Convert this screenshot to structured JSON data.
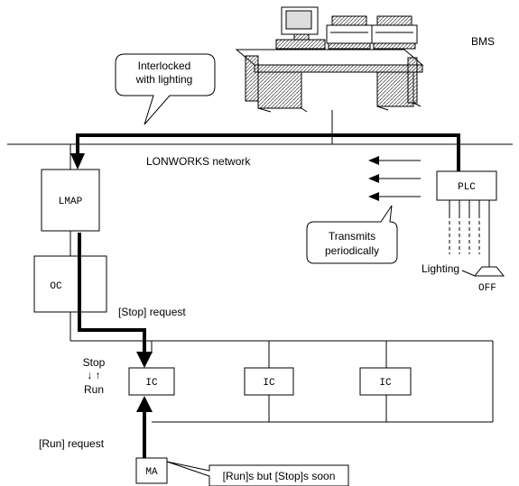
{
  "diagram": {
    "bms_label": "BMS",
    "callout_interlocked": [
      "Interlocked",
      "with lighting"
    ],
    "network_label": "LONWORKS network",
    "lmap_label": "LMAP",
    "plc_label": "PLC",
    "oc_label": "OC",
    "callout_transmits": [
      "Transmits",
      "periodically"
    ],
    "lighting_label": "Lighting",
    "off_label": "OFF",
    "stop_request_label": "[Stop] request",
    "stop_label": "Stop",
    "updown_arrows": "↓ ↑",
    "run_label": "Run",
    "ic_labels": [
      "IC",
      "IC",
      "IC"
    ],
    "run_request_label": "[Run] request",
    "ma_label": "MA",
    "ma_note": "[Run]s but [Stop]s soon"
  }
}
